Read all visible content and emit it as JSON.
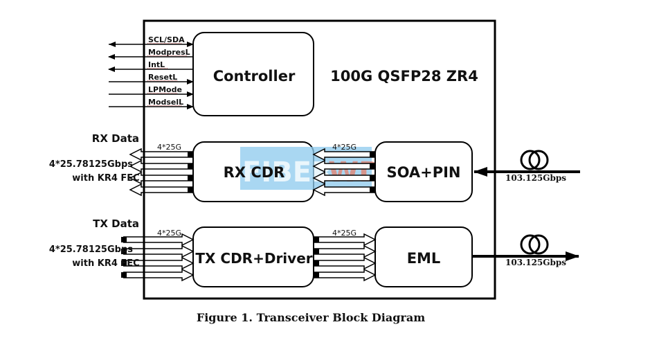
{
  "module_title": "100G QSFP28 ZR4",
  "controller": {
    "label": "Controller",
    "signals": [
      {
        "name": "SCL/SDA",
        "direction": "bidirectional"
      },
      {
        "name": "ModpresL",
        "direction": "out"
      },
      {
        "name": "IntL",
        "direction": "out"
      },
      {
        "name": "ResetL",
        "direction": "in"
      },
      {
        "name": "LPMode",
        "direction": "in"
      },
      {
        "name": "ModselL",
        "direction": "in"
      }
    ]
  },
  "rx": {
    "heading": "RX Data",
    "rate_line1": "4*25.78125Gbps",
    "rate_line2": "with KR4 FEC",
    "cdr_label": "RX CDR",
    "lane_label_left": "4*25G",
    "lane_label_right": "4*25G",
    "optic_label": "SOA+PIN",
    "line_rate": "103.125Gbps"
  },
  "tx": {
    "heading": "TX Data",
    "rate_line1": "4*25.78125Gbps",
    "rate_line2": "with KR4 FEC",
    "cdr_label": "TX CDR+Driver",
    "lane_label_left": "4*25G",
    "lane_label_right": "4*25G",
    "optic_label": "EML",
    "line_rate": "103.125Gbps"
  },
  "watermark": {
    "part1": "FIBER",
    "part2": "WDM",
    "colors": {
      "box": "#8fcbed",
      "text1": "#ffffff",
      "w": "#e0705a",
      "dm": "#f0b040"
    }
  },
  "caption": "Figure 1. Transceiver Block Diagram"
}
